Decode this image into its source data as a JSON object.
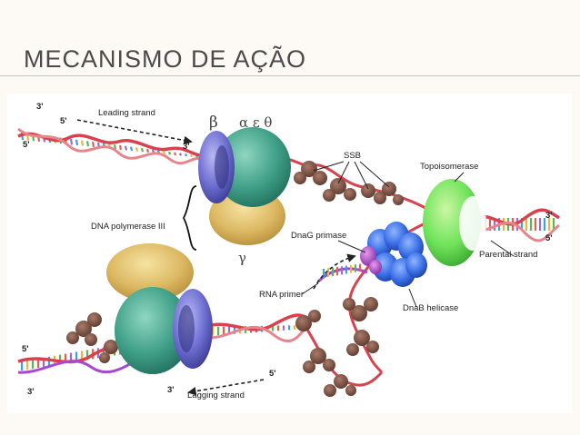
{
  "slide": {
    "title": "MECANISMO DE AÇÃO"
  },
  "diagram": {
    "labels": {
      "leading_strand": "Leading strand",
      "lagging_strand": "Lagging strand",
      "dna_polymerase": "DNA polymerase III",
      "ssb": "SSB",
      "topoisomerase": "Topoisomerase",
      "dnag_primase": "DnaG primase",
      "parental_strand": "Parental strand",
      "rna_primer": "RNA primer",
      "dnab_helicase": "DnaB helicase"
    },
    "greek": {
      "beta": "β",
      "alpha_epsilon_theta": "α ε θ",
      "gamma": "γ"
    },
    "ends": {
      "top_left_3": "3'",
      "top_left_5": "5'",
      "leading_5": "5'",
      "leading_3": "3'",
      "right_3": "3'",
      "right_5": "5'",
      "bottom_left_5": "5'",
      "bottom_left_3": "3'",
      "lagging_5": "5'",
      "lagging_3": "3'"
    }
  }
}
